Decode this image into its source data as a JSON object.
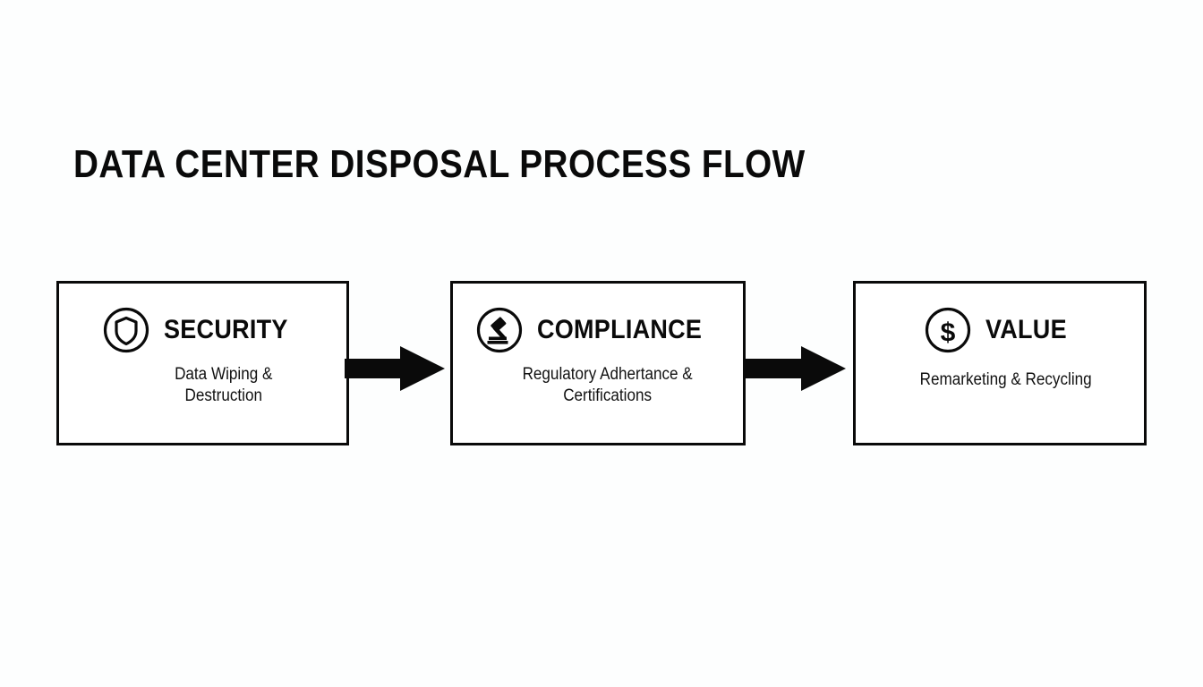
{
  "page": {
    "title": "DATA CENTER DISPOSAL PROCESS FLOW",
    "background_color": "#fdfefe",
    "ink_color": "#0a0a0a"
  },
  "diagram": {
    "type": "process-flow",
    "orientation": "horizontal",
    "step_count": 3,
    "arrow_count": 2,
    "steps": [
      {
        "icon": "shield-icon",
        "title": "SECURITY",
        "subtitle": "Data Wiping &\nDestruction"
      },
      {
        "icon": "gavel-icon",
        "title": "COMPLIANCE",
        "subtitle": "Regulatory Adhertance &\nCertifications"
      },
      {
        "icon": "dollar-icon",
        "title": "VALUE",
        "subtitle": "Remarketing & Recycling"
      }
    ],
    "arrows": [
      {
        "name": "arrow-security-to-compliance",
        "direction": "right"
      },
      {
        "name": "arrow-compliance-to-value",
        "direction": "right"
      }
    ]
  }
}
